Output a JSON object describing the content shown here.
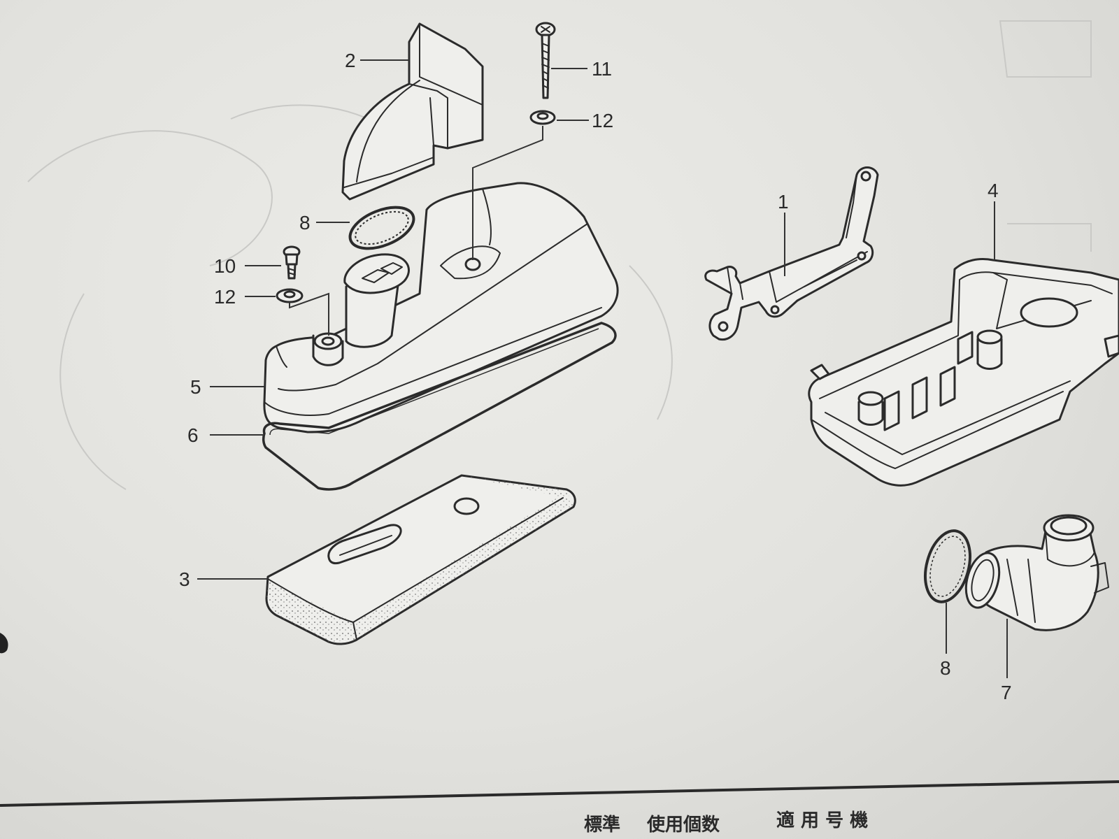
{
  "diagram": {
    "callouts": [
      {
        "id": "2",
        "text": "2"
      },
      {
        "id": "11",
        "text": "11"
      },
      {
        "id": "12a",
        "text": "12"
      },
      {
        "id": "8a",
        "text": "8"
      },
      {
        "id": "10",
        "text": "10"
      },
      {
        "id": "12b",
        "text": "12"
      },
      {
        "id": "5",
        "text": "5"
      },
      {
        "id": "6",
        "text": "6"
      },
      {
        "id": "3",
        "text": "3"
      },
      {
        "id": "1",
        "text": "1"
      },
      {
        "id": "4",
        "text": "4"
      },
      {
        "id": "8b",
        "text": "8"
      },
      {
        "id": "7",
        "text": "7"
      }
    ],
    "table_header": {
      "standard": "標準",
      "qty_used": "使用個数",
      "applicable_models": "適 用 号 機"
    }
  }
}
